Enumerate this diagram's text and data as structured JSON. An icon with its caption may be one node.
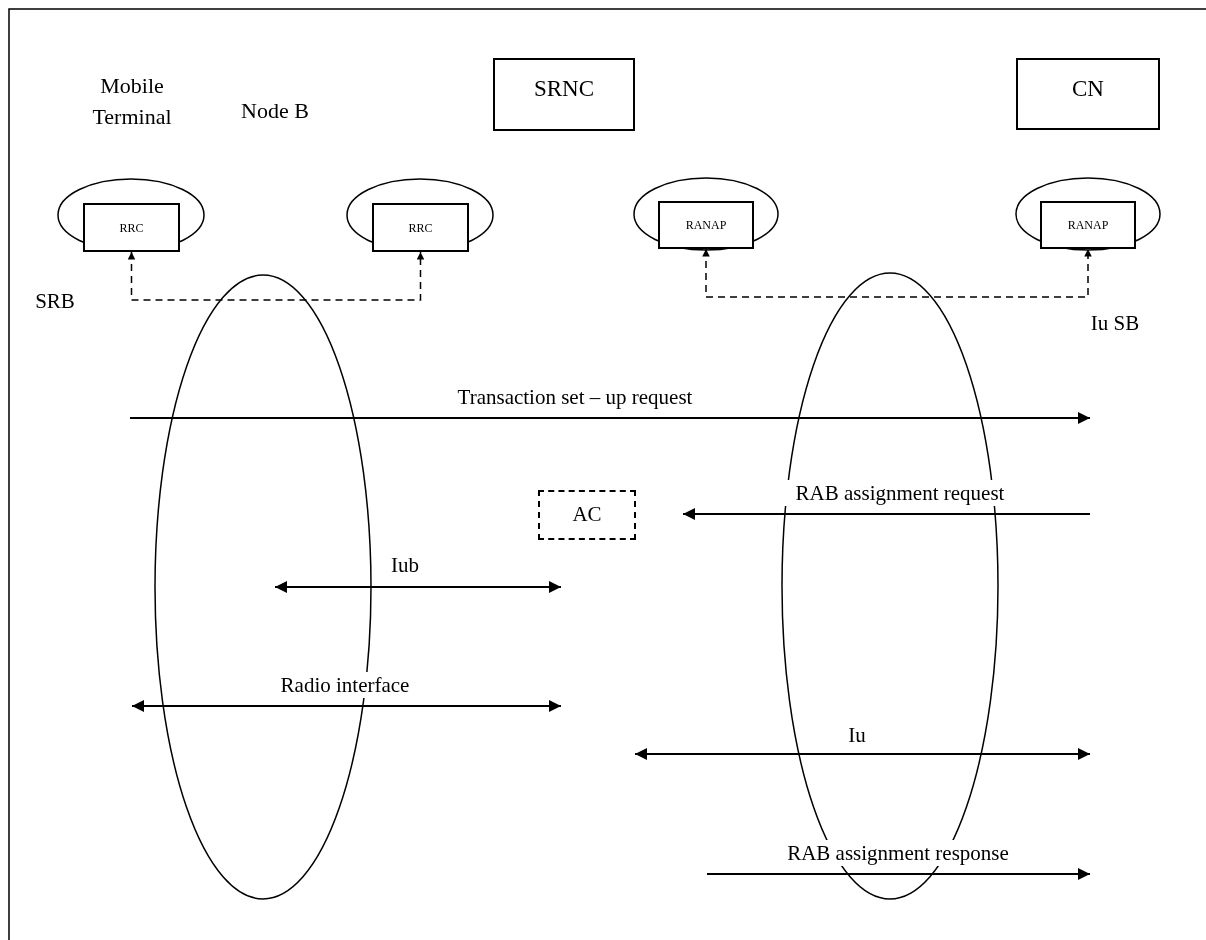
{
  "diagram": {
    "nodes": [
      {
        "text": [
          "Mobile Terminal"
        ]
      },
      {
        "text": [
          "Node B"
        ]
      },
      {
        "text": [
          "SRNC"
        ]
      },
      {
        "text": [
          "CN"
        ]
      },
      {
        "text": [
          "RRC"
        ]
      },
      {
        "text": [
          "RRC"
        ]
      },
      {
        "text": [
          "RANAP"
        ]
      },
      {
        "text": [
          "RANAP"
        ]
      },
      {
        "text": [
          "AC"
        ]
      }
    ],
    "edges": [
      {
        "from": 4,
        "to": 5,
        "arrow": "both",
        "style": "dashed"
      },
      {
        "from": 6,
        "to": 7,
        "arrow": "both",
        "style": "dashed"
      }
    ],
    "labels": [
      "SRB",
      "Iu SB",
      "Transaction set – up request",
      "RAB assignment request",
      "Iub",
      "Radio interface",
      "Iu",
      "RAB assignment response"
    ]
  }
}
